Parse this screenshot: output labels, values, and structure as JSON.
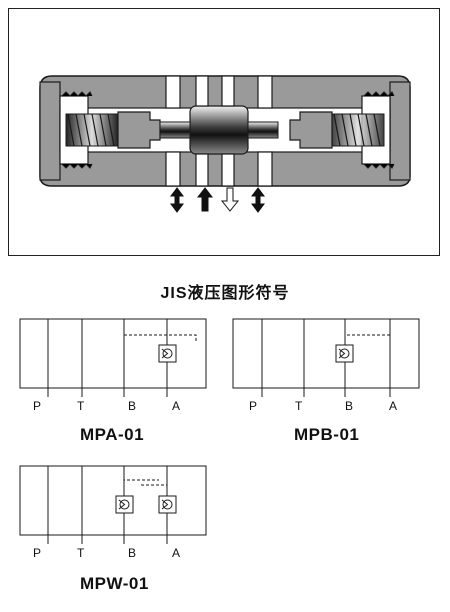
{
  "heading": "JIS液压图形符号",
  "models": [
    {
      "name": "MPA-01",
      "ports": [
        "P",
        "T",
        "B",
        "A"
      ]
    },
    {
      "name": "MPB-01",
      "ports": [
        "P",
        "T",
        "B",
        "A"
      ]
    },
    {
      "name": "MPW-01",
      "ports": [
        "P",
        "T",
        "B",
        "A"
      ]
    }
  ],
  "colors": {
    "body": "#9a9a9a",
    "line": "#1a1a1a",
    "white": "#ffffff"
  }
}
